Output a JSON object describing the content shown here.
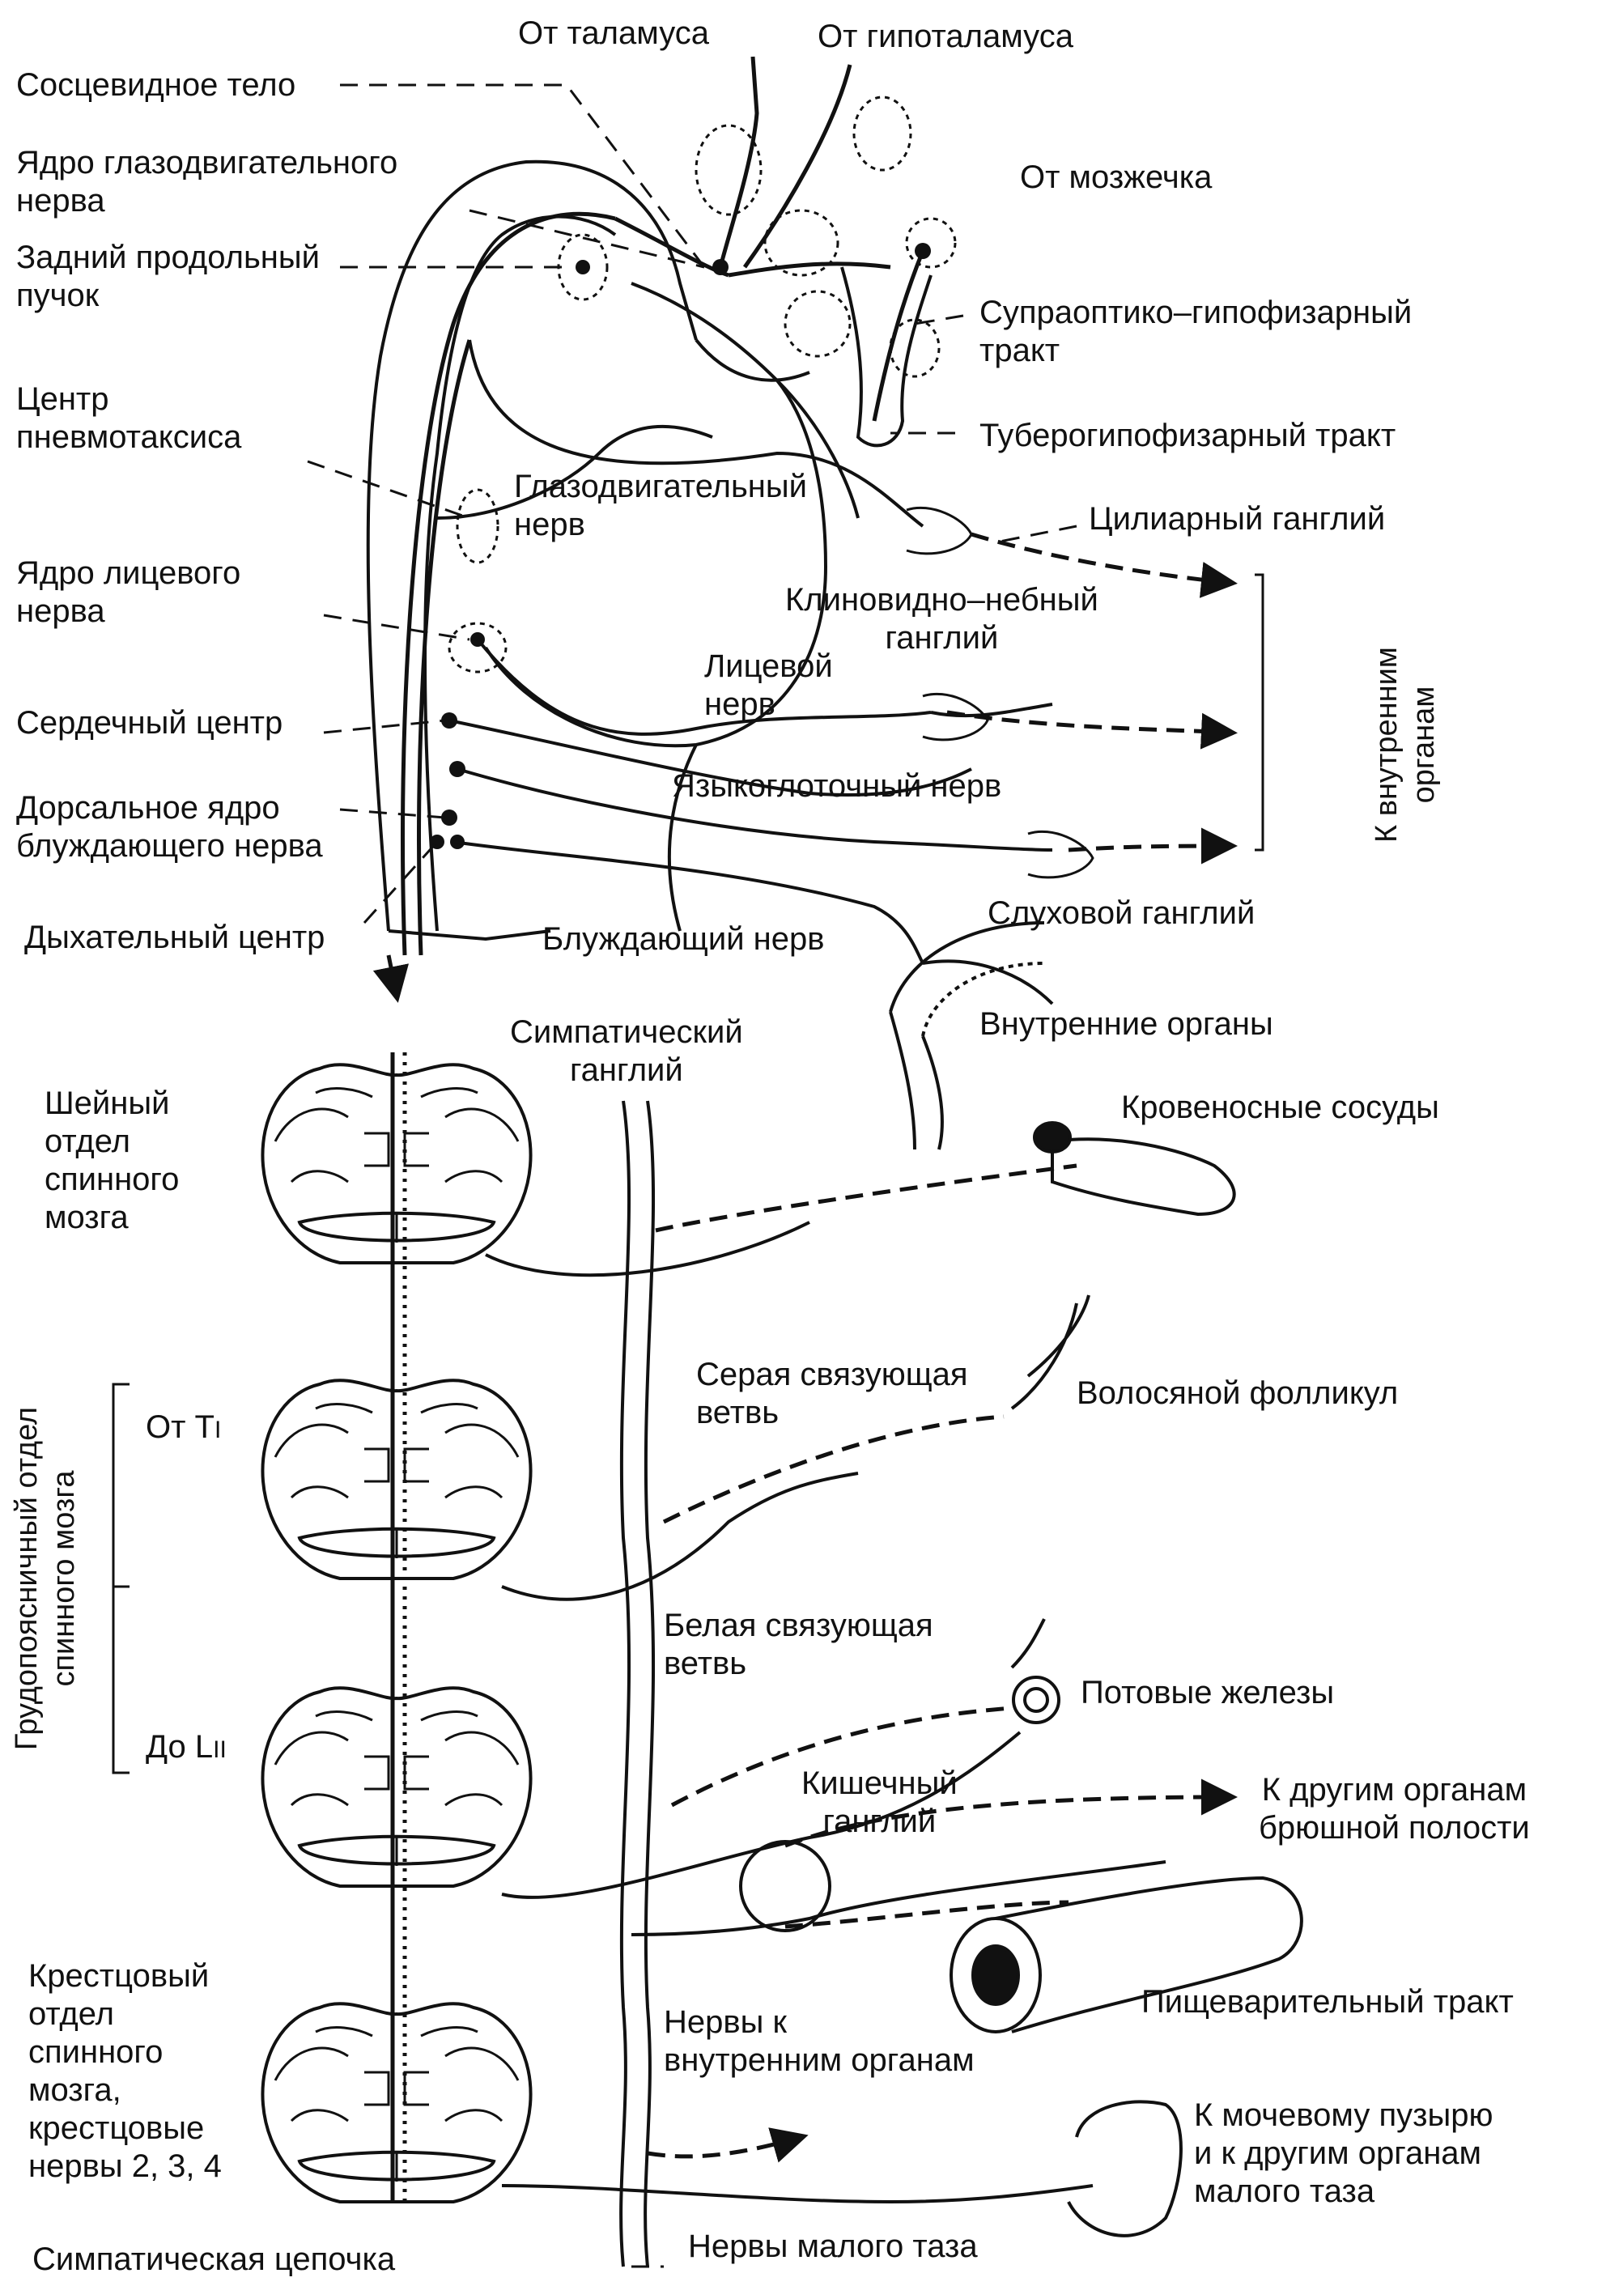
{
  "colors": {
    "ink": "#111111",
    "background": "#ffffff"
  },
  "labels": {
    "thalamus": "От таламуса",
    "hypothalamus": "От гипоталамуса",
    "mammillary_body": "Сосцевидное тело",
    "oculomotor_nucleus": "Ядро глазодвигательного\nнерва",
    "cerebellum": "От мозжечка",
    "posterior_fasciculus": "Задний продольный\nпучок",
    "supraoptic_tract": "Супраоптико–гипофизарный\nтракт",
    "pneumotaxic_center": "Центр\nпневмотаксиса",
    "tuberohypophyseal_tract": "Туберогипофизарный тракт",
    "oculomotor_nerve": "Глазодвигательный\nнерв",
    "ciliary_ganglion": "Цилиарный ганглий",
    "facial_nucleus": "Ядро лицевого\nнерва",
    "pterygopalatine_ganglion": "Клиновидно–небный\nганглий",
    "facial_nerve": "Лицевой\nнерв",
    "to_internal_organs": "К внутренним\nорганам",
    "cardiac_center": "Сердечный центр",
    "glossopharyngeal_nerve": "Языкоглоточный нерв",
    "vagus_dorsal_nucleus": "Дорсальное ядро\nблуждающего нерва",
    "otic_ganglion": "Слуховой ганглий",
    "respiratory_center": "Дыхательный центр",
    "vagus_nerve": "Блуждающий нерв",
    "internal_organs": "Внутренние органы",
    "sympathetic_ganglion": "Симпатический\nганглий",
    "cervical_spinal_cord": "Шейный\nотдел\nспинного\nмозга",
    "blood_vessels": "Кровеносные сосуды",
    "gray_ramus": "Серая связующая\nветвь",
    "hair_follicle": "Волосяной фолликул",
    "from_t1": "От Т",
    "from_t1_sub": "I",
    "thoracolumbar_cord": "Грудопоясничный отдел\nспинного мозга",
    "white_ramus": "Белая связующая\nветвь",
    "sweat_glands": "Потовые железы",
    "to_l2": "До L",
    "to_l2_sub": "II",
    "enteric_ganglion": "Кишечный\nганглий",
    "other_abdominal_organs": "К другим органам\nбрюшной полости",
    "sacral_cord": "Крестцовый\nотдел\nспинного\nмозга,\nкрестцовые\nнервы 2, 3, 4",
    "digestive_tract": "Пищеварительный тракт",
    "nerves_internal_organs": "Нервы к\nвнутренним органам",
    "bladder_pelvic_organs": "К мочевому пузырю\nи к другим органам\nмалого таза",
    "sympathetic_chain": "Симпатическая цепочка",
    "pelvic_nerves": "Нервы малого таза"
  }
}
